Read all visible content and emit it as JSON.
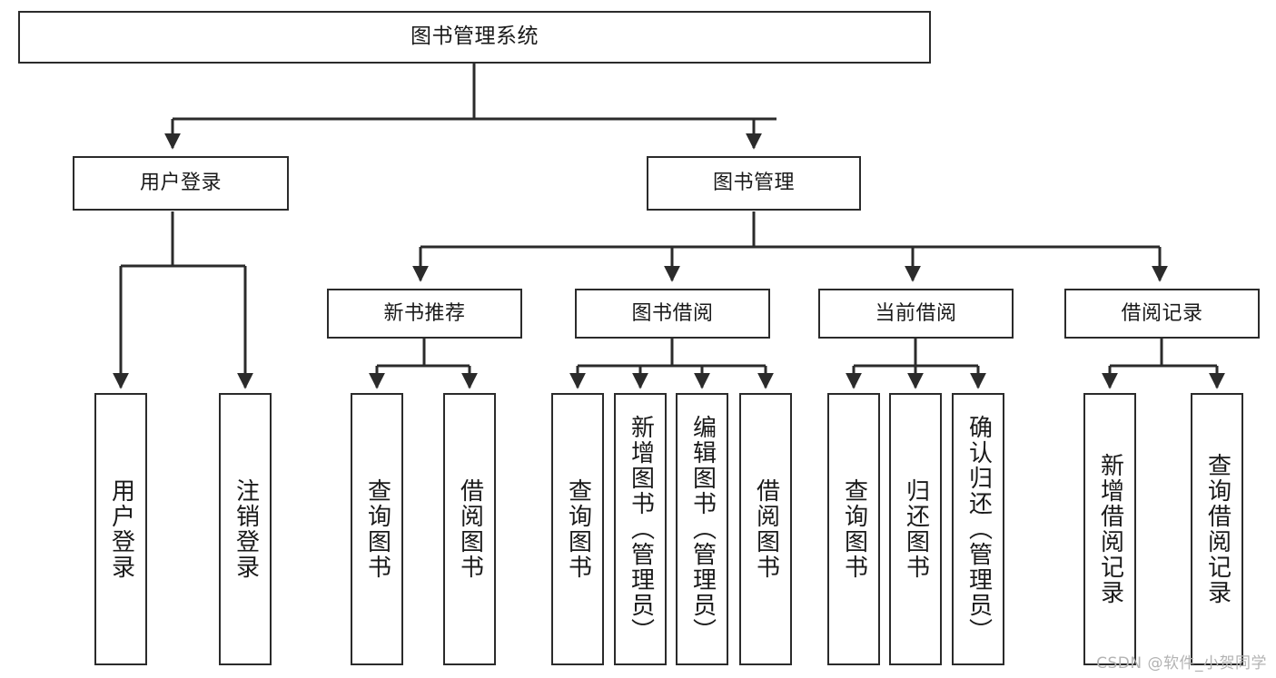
{
  "diagram": {
    "title": "图书管理系统",
    "stroke_color": "#2b2b2b",
    "fill_color": "#ffffff",
    "text_color": "#1a1a1a",
    "levels": {
      "root": [
        "图书管理系统"
      ],
      "level2": [
        "用户登录",
        "图书管理"
      ],
      "level3": [
        "新书推荐",
        "图书借阅",
        "当前借阅",
        "借阅记录"
      ],
      "leaves": [
        "用户登录",
        "注销登录",
        "查询图书",
        "借阅图书",
        "查询图书",
        "新增图书（管理员）",
        "编辑图书（管理员）",
        "借阅图书",
        "查询图书",
        "归还图书",
        "确认归还（管理员）",
        "新增借阅记录",
        "查询借阅记录"
      ]
    },
    "nodes": {
      "root": {
        "label": "图书管理系统"
      },
      "user_login": {
        "label": "用户登录"
      },
      "book_mgmt": {
        "label": "图书管理"
      },
      "new_book_rec": {
        "label": "新书推荐"
      },
      "book_borrow": {
        "label": "图书借阅"
      },
      "current_borrow": {
        "label": "当前借阅"
      },
      "borrow_record": {
        "label": "借阅记录"
      },
      "leaf_user_login": {
        "label": "用户登录"
      },
      "leaf_logout": {
        "label": "注销登录"
      },
      "leaf_query_book_a": {
        "label": "查询图书"
      },
      "leaf_borrow_book_a": {
        "label": "借阅图书"
      },
      "leaf_query_book_b": {
        "label": "查询图书"
      },
      "leaf_add_book": {
        "label": "新增图书（管理员）"
      },
      "leaf_edit_book": {
        "label": "编辑图书（管理员）"
      },
      "leaf_borrow_book_b": {
        "label": "借阅图书"
      },
      "leaf_query_book_c": {
        "label": "查询图书"
      },
      "leaf_return_book": {
        "label": "归还图书"
      },
      "leaf_confirm_return": {
        "label": "确认归还（管理员）"
      },
      "leaf_add_record": {
        "label": "新增借阅记录"
      },
      "leaf_query_record": {
        "label": "查询借阅记录"
      }
    },
    "watermark": "CSDN @软件_小贺同学"
  }
}
